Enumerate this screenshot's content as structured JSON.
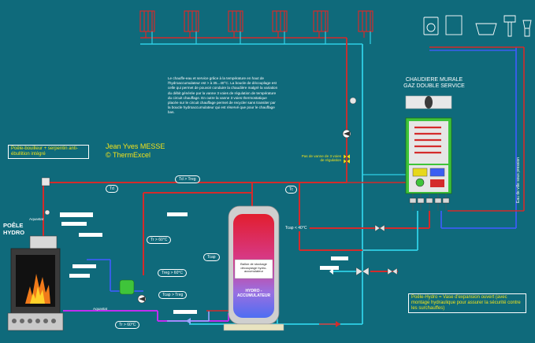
{
  "author": {
    "name": "Jean Yves MESSE",
    "brand": "© ThermExcel"
  },
  "top_note": "Le chauffe-eau et service grâce à la température en haut de l'hydroaccumulateur est > à 35...40°C. La boucle de découplage est celle qui permet de pouvoir conduire la chaudière malgré la variation du débit générée par la vanne 3 voies de régulation de température du circuit chauffage. En outre la vanne 3 voies thermostatique placée sur le circuit chauffage permet de recycler sans transiter par la boucle hydroaccumulateur qui est réservé que pour le chauffage bas.",
  "boiler_title": {
    "line1": "CHAUDIERE MURALE",
    "line2": "GAZ DOUBLE SERVICE"
  },
  "stove_note": "Poêle-bouilleur + serpentin anti-ébullition intégré",
  "stove_label": {
    "line1": "POÊLE",
    "line2": "HYDRO"
  },
  "valve_note": "Pas de vanne de 3 voies de régulation",
  "tank_inner_label": "Ballon de stockage découplage hydro-accumulateur",
  "tank_label": {
    "line1": "HYDRO -",
    "line2": "ACCUMULATEUR"
  },
  "water_inlet": "Eau de ville sous pression",
  "expansion_note": "Poêle-Hydro = Vase d'expansion ouvert (avec montage hydraulique pour assurer la sécurité contre les surchauffes)",
  "labels": {
    "td1": "Td",
    "td_treg": "Td > Treg",
    "tc1": "Tc",
    "tr_60": "Tr > 60°C",
    "tc_40": "Tcap < 40°C",
    "treg_60": "Treg > 60°C",
    "tcap_treg": "Tcap > Treg",
    "tr_low": "Tr > 60°C",
    "tcap": "Tcap",
    "aquastat1": "Aquastat",
    "aquastat2": "Aquastat"
  }
}
